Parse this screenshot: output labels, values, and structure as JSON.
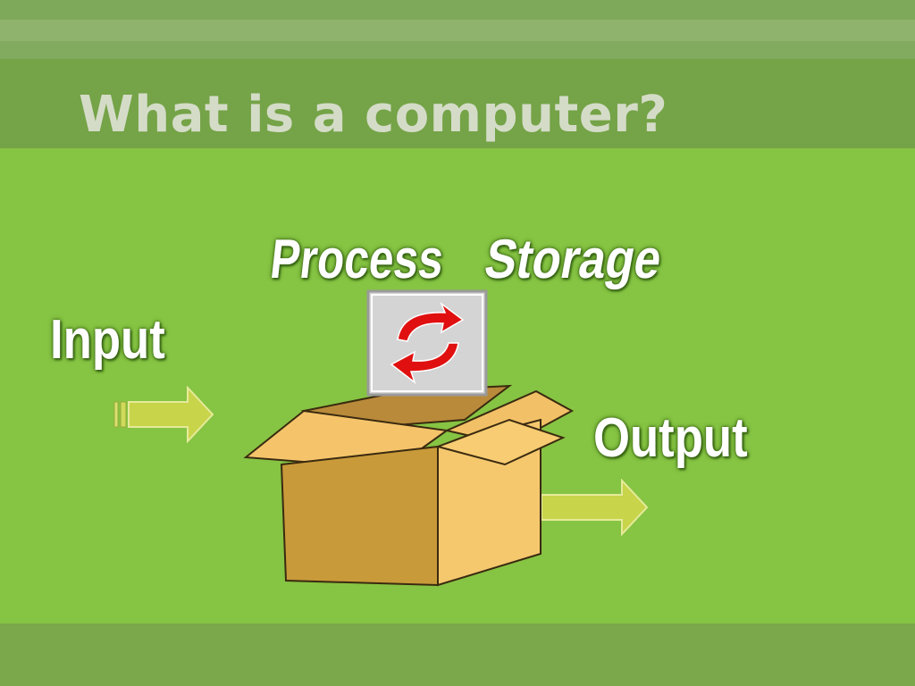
{
  "slide": {
    "title": "What is a computer?",
    "labels": {
      "input": "Input",
      "process": "Process",
      "storage": "Storage",
      "output": "Output"
    }
  },
  "icons": {
    "box": "cardboard-box-icon",
    "flag": "refresh-cycle-icon",
    "input_arrow": "arrow-right-icon",
    "output_arrow": "arrow-right-icon"
  },
  "colors": {
    "content_background": "#86c443",
    "header_background": "#75a347",
    "title_text": "#d4dcc8",
    "label_text": "#ffffff",
    "arrow_fill": "#c8d44a",
    "cycle_arrows": "#e01010"
  }
}
